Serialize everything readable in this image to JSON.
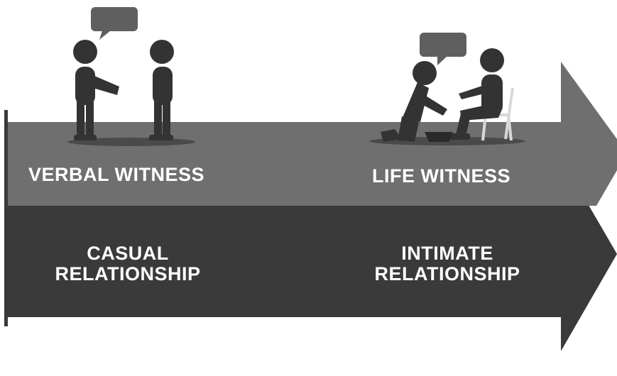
{
  "colors": {
    "upper_arrow": "#6f6f6f",
    "lower_arrow": "#3a3a3a",
    "figure": "#333333",
    "bubble": "#5f5f5f",
    "ground_shadow": "#4a4a4a",
    "chair": "#d8d8d8",
    "text": "#ffffff"
  },
  "upper_arrow": {
    "left_label": "VERBAL WITNESS",
    "right_label": "LIFE WITNESS"
  },
  "lower_arrow": {
    "left_label": [
      "CASUAL",
      "RELATIONSHIP"
    ],
    "right_label": [
      "INTIMATE",
      "RELATIONSHIP"
    ]
  },
  "icons": {
    "left_scene": "two-people-talking-icon",
    "right_scene": "foot-washing-icon"
  }
}
